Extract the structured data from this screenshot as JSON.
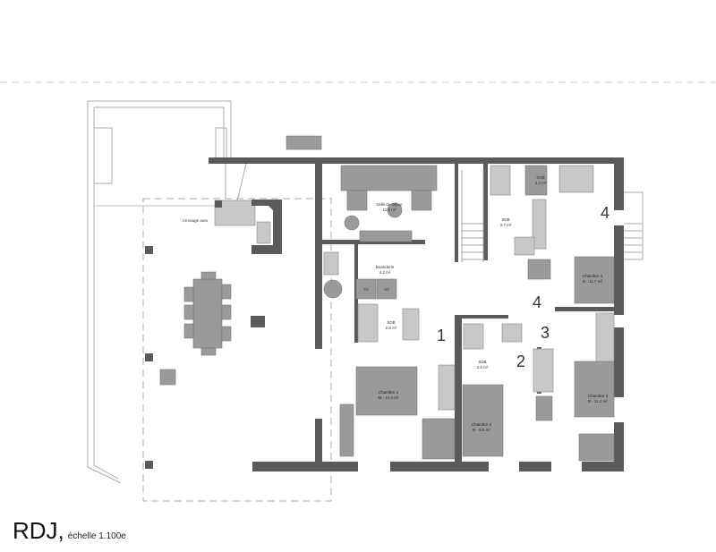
{
  "title": "RDJ,",
  "scale": "échelle 1.100e",
  "annotation_garden": "Arrosage auto",
  "rooms": [
    {
      "name": "Salle de séjour",
      "area": "11.6 m²"
    },
    {
      "name": "Buanderie",
      "area": "4.2 m²"
    },
    {
      "name": "SDB",
      "area": "2.8 m²"
    },
    {
      "name": "SDB",
      "area": "3.2 m²"
    },
    {
      "name": "SDB",
      "area": "3.7 m²"
    },
    {
      "name": "Chambre 4",
      "area": "B - 11.7 m²"
    },
    {
      "name": "Chambre 1",
      "area": "M - 14.4 m²"
    },
    {
      "name": "SDB",
      "area": "2.6 m²"
    },
    {
      "name": "Chambre 2",
      "area": "B - 9.5 m²"
    },
    {
      "name": "Chambre 3",
      "area": "B - 11.2 m²"
    }
  ],
  "markers": [
    "1",
    "2",
    "3",
    "4",
    "4"
  ],
  "appliance_labels": [
    "X2",
    "X2"
  ],
  "colors": {
    "wall": "#5a5a5a",
    "furniture": "#9a9a9a",
    "outline": "#aaaaaa"
  }
}
